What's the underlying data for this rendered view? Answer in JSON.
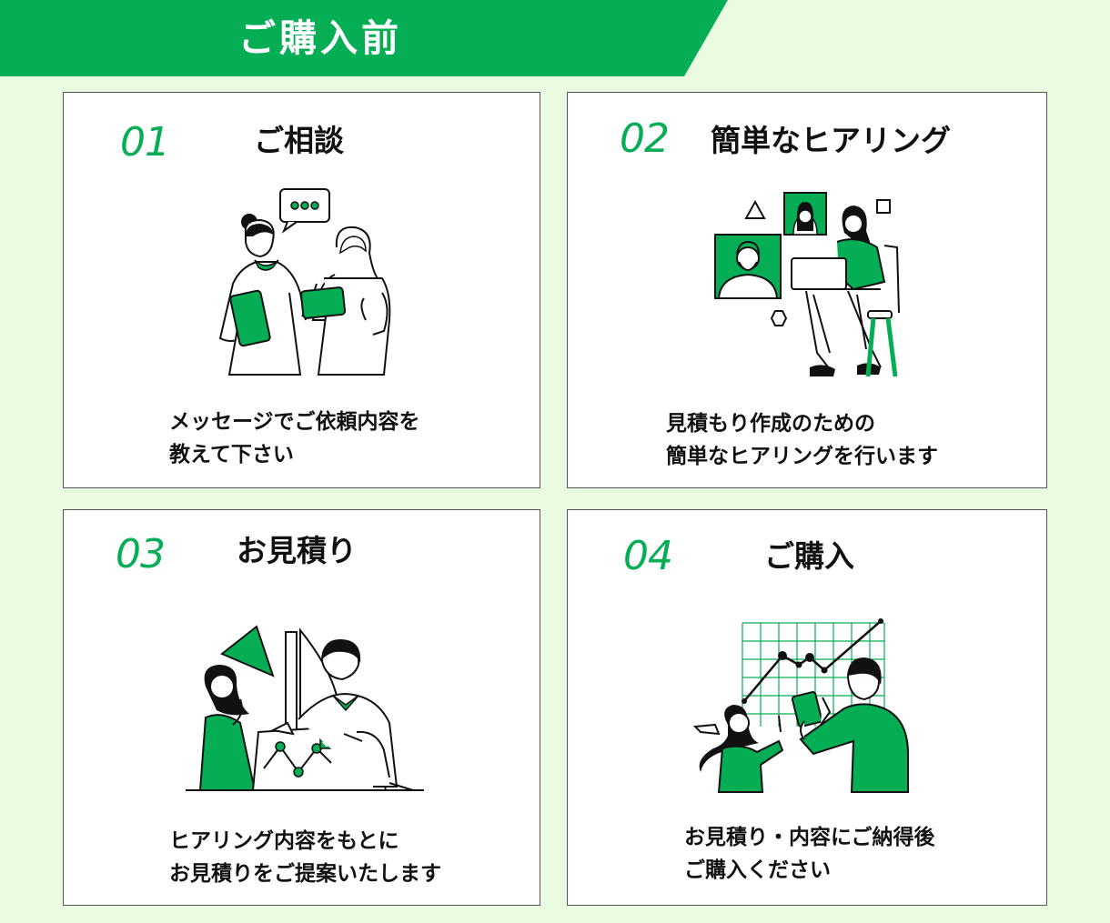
{
  "banner": {
    "title": "ご購入前",
    "color": "#05ad55"
  },
  "accent_color": "#05ad55",
  "background_color": "#e9fbe0",
  "steps": [
    {
      "number": "01",
      "title": "ご相談",
      "description": [
        "メッセージでご依頼内容を",
        "教えて下さい"
      ],
      "illustration": "two-women-chatting-illustration"
    },
    {
      "number": "02",
      "title": "簡単なヒアリング",
      "description": [
        "見積もり作成のための",
        "簡単なヒアリングを行います"
      ],
      "illustration": "video-call-illustration"
    },
    {
      "number": "03",
      "title": "お見積り",
      "description": [
        "ヒアリング内容をもとに",
        "お見積りをご提案いたします"
      ],
      "illustration": "quotation-meeting-illustration"
    },
    {
      "number": "04",
      "title": "ご購入",
      "description": [
        "お見積り・内容にご納得後",
        "ご購入ください"
      ],
      "illustration": "growth-chart-purchase-illustration"
    }
  ]
}
